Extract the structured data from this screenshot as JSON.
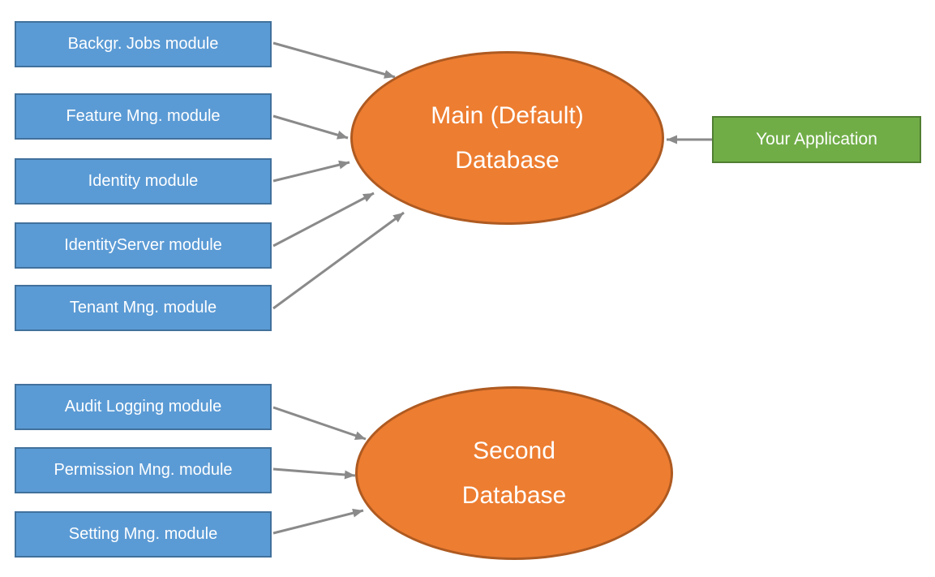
{
  "diagram": {
    "colors": {
      "module_fill": "#5B9BD5",
      "module_border": "#41719C",
      "database_fill": "#ED7D31",
      "database_border": "#AE5A21",
      "app_fill": "#70AD47",
      "app_border": "#507E32",
      "arrow": "#8A8A8A",
      "text": "#FFFFFF",
      "background": "#FFFFFF"
    },
    "main_modules": [
      {
        "label": "Backgr. Jobs module"
      },
      {
        "label": "Feature Mng. module"
      },
      {
        "label": "Identity module"
      },
      {
        "label": "IdentityServer module"
      },
      {
        "label": "Tenant Mng. module"
      }
    ],
    "second_modules": [
      {
        "label": "Audit Logging module"
      },
      {
        "label": "Permission Mng. module"
      },
      {
        "label": "Setting Mng. module"
      }
    ],
    "databases": [
      {
        "line1": "Main (Default)",
        "line2": "Database"
      },
      {
        "line1": "Second",
        "line2": "Database"
      }
    ],
    "application": {
      "label": "Your Application"
    }
  }
}
